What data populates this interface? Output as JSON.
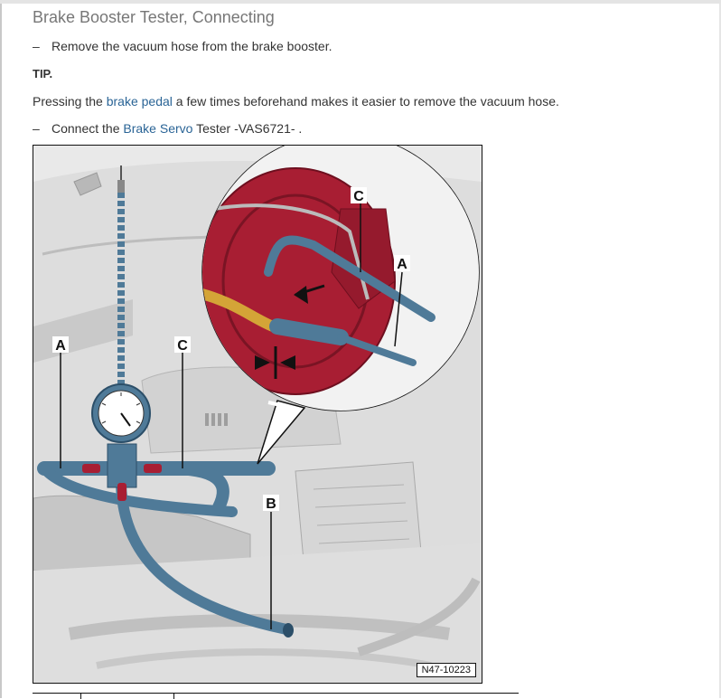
{
  "title": "Brake Booster Tester, Connecting",
  "step1": {
    "dash": "–",
    "text": "Remove the vacuum hose from the brake booster."
  },
  "tip": {
    "label": "TIP."
  },
  "tip_text": {
    "before": "Pressing the ",
    "link": "brake pedal",
    "after": " a few times beforehand makes it easier to remove the vacuum hose."
  },
  "step2": {
    "dash": "–",
    "before": "Connect the ",
    "link": "Brake Servo",
    "after": " Tester -VAS6721- ."
  },
  "figure": {
    "labels": {
      "a_left": "A",
      "c_left": "C",
      "b": "B",
      "c_detail": "C",
      "a_detail": "A"
    },
    "ref": "N47-10223"
  },
  "colors": {
    "hose": "#4f7a98",
    "hose_dark": "#2c4f69",
    "booster": "#a81e33",
    "fuel_line": "#d4a437",
    "engine_gray": "#cfcfcf",
    "link": "#2a6496"
  }
}
